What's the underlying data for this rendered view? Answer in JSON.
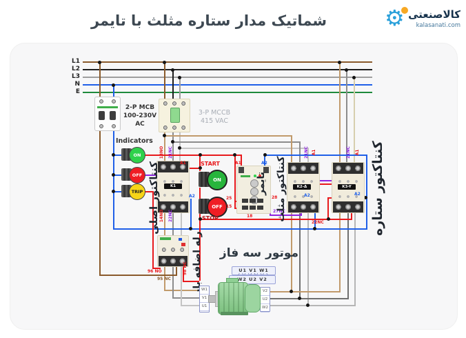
{
  "header": {
    "title": "شماتیک مدار ستاره مثلث با تایمر",
    "logo": {
      "brand": "کالاصنعتی",
      "domain": "kalasanati.com",
      "gear_glyph": "⚙"
    }
  },
  "colors": {
    "rail_l1": "#8a5a2b",
    "rail_l2": "#1f1f1f",
    "rail_l3": "#9e9e9e",
    "rail_n": "#1f5fe8",
    "rail_e": "#1e8a3c",
    "control_red": "#e8191c",
    "control_blue": "#1f5fe8",
    "control_purple": "#8e24e0",
    "control_brown": "#8a5a2b"
  },
  "rails": [
    {
      "label": "L1",
      "css": "background:#8a5a2b"
    },
    {
      "label": "L2",
      "css": "background:#1f1f1f"
    },
    {
      "label": "L3",
      "css": "background:#9e9e9e"
    },
    {
      "label": "N",
      "css": "background:#1f5fe8"
    },
    {
      "label": "E",
      "css": "background:#1e8a3c"
    }
  ],
  "mcb": {
    "line1": "2-P MCB",
    "line2": "100-230V",
    "line3": "AC"
  },
  "mccb": {
    "line1": "3-P MCCB",
    "line2": "415 VAC"
  },
  "indicators": {
    "title": "Indicators",
    "lamps": [
      {
        "label": "ON",
        "css": "background:#2fd14b;color:#fff"
      },
      {
        "label": "OFF",
        "css": "background:#ef1d24;color:#fff"
      },
      {
        "label": "TRIP",
        "css": "background:#f7d417;color:#222"
      }
    ]
  },
  "push_buttons": {
    "start_label": "START",
    "start_cap": "ON",
    "start_css": "background:#27b53c",
    "stop_label": "STOP",
    "stop_cap": "OFF",
    "stop_css": "background:#ef1d24"
  },
  "contactors": {
    "main": {
      "name": "کنتاکتور اصلی",
      "tag": "K1"
    },
    "delta": {
      "name": "کنتاکتور مثلث",
      "tag": "K2-Δ"
    },
    "star": {
      "name": "کنتاکتور ستاره",
      "tag": "K3-Y"
    }
  },
  "timer": {
    "name": "تایمر"
  },
  "overload": {
    "name": "رله اضافه بار"
  },
  "motor": {
    "name": "موتور سه فاز",
    "link_top": "U1 V1 W1",
    "link_bottom": "W2 U2 V2",
    "left_terminals": [
      "W1",
      "V1",
      "U1"
    ],
    "right_terminals": [
      "V2",
      "U2",
      "W2"
    ]
  },
  "wire_labels": {
    "no13": "13NO",
    "nc21": "21NC",
    "no14": "14NO",
    "nc22": "22NC",
    "a1": "A1",
    "a2": "A2",
    "nc27": "27NC",
    "t25": "25",
    "t28": "28",
    "t15": "15",
    "t18": "18",
    "no96": "96 NO",
    "nc95": "95 NC",
    "nc98": "98 NC"
  }
}
